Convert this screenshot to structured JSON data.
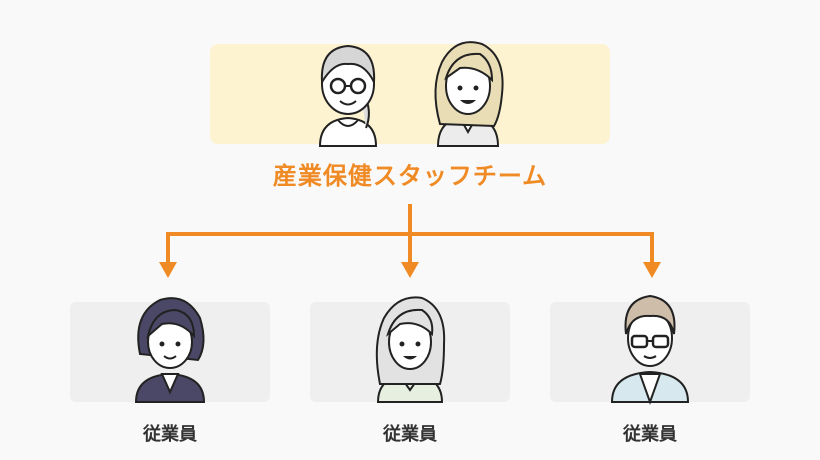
{
  "team": {
    "title": "産業保健スタッフチーム"
  },
  "employees": [
    {
      "label": "従業員"
    },
    {
      "label": "従業員"
    },
    {
      "label": "従業員"
    }
  ],
  "colors": {
    "accent": "#f08a24",
    "team_card": "#fdf3d0",
    "employee_card": "#efefef",
    "background": "#f9f9f9",
    "text": "#333333"
  }
}
